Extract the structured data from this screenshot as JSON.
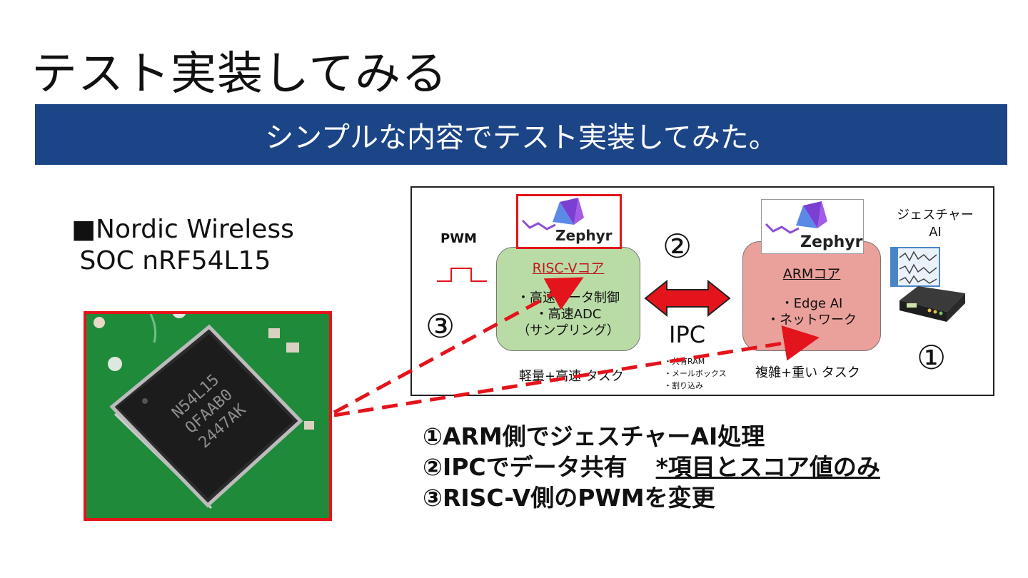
{
  "slide": {
    "title": "テスト実装してみる",
    "banner": "シンプルな内容でテスト実装してみた。",
    "device_label": "■Nordic Wireless\n SOC nRF54L15"
  },
  "chip": {
    "marking_lines": [
      "N54L15",
      "QFAAB0",
      "2447AK"
    ]
  },
  "diagram": {
    "pwm_label": "PWM",
    "step3": "③",
    "step2": "②",
    "step1": "①",
    "zephyr_text": "Zephyr",
    "risc_core": {
      "title": "RISC-Vコア",
      "lines": "・高速モータ制御\n・高速ADC\n（サンプリング）",
      "task_label": "軽量+高速 タスク"
    },
    "ipc": {
      "label": "IPC",
      "items": [
        "・共有RAM",
        "・メールボックス",
        "・割り込み"
      ]
    },
    "arm_core": {
      "title": "ARMコア",
      "lines": "・Edge AI\n・ネットワーク",
      "task_label": "複雑+重い タスク"
    },
    "gesture_ai": "ジェスチャー\nAI"
  },
  "notes": {
    "line1": "①ARM側でジェスチャーAI処理",
    "line2_main": "②IPCでデータ共有",
    "line2_note": "*項目とスコア値のみ",
    "line3": "③RISC-V側のPWMを変更"
  },
  "colors": {
    "banner": "#1c4587",
    "highlight_red": "#e3141b",
    "risc_core_bg": "#b9dca6",
    "arm_core_bg": "#eaa09b",
    "pcb_green": "#1f8a3a"
  }
}
